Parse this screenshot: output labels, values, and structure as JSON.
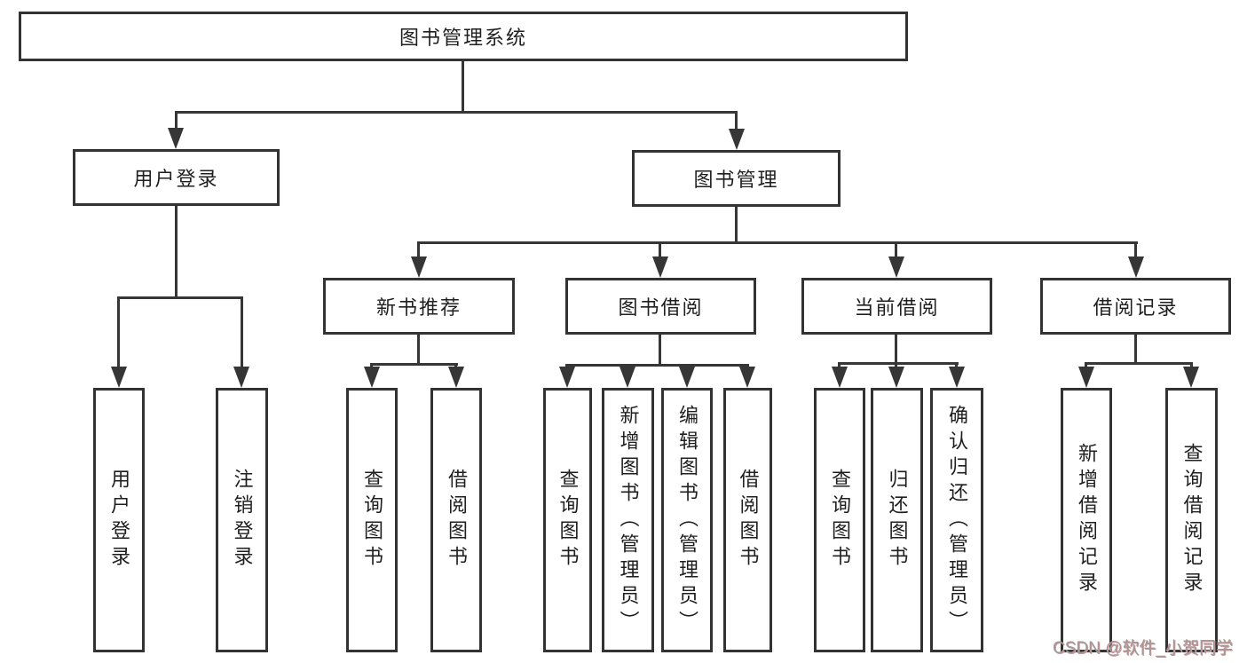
{
  "title": "图书管理系统",
  "tree": {
    "root": {
      "label": "图书管理系统",
      "children": [
        {
          "label": "用户登录",
          "children": [
            {
              "label": "用户登录"
            },
            {
              "label": "注销登录"
            }
          ]
        },
        {
          "label": "图书管理",
          "children": [
            {
              "label": "新书推荐",
              "children": [
                {
                  "label": "查询图书"
                },
                {
                  "label": "借阅图书"
                }
              ]
            },
            {
              "label": "图书借阅",
              "children": [
                {
                  "label": "查询图书"
                },
                {
                  "label": "新增图书（管理员）"
                },
                {
                  "label": "编辑图书（管理员）"
                },
                {
                  "label": "借阅图书"
                }
              ]
            },
            {
              "label": "当前借阅",
              "children": [
                {
                  "label": "查询图书"
                },
                {
                  "label": "归还图书"
                },
                {
                  "label": "确认归还（管理员）"
                }
              ]
            },
            {
              "label": "借阅记录",
              "children": [
                {
                  "label": "新增借阅记录"
                },
                {
                  "label": "查询借阅记录"
                }
              ]
            }
          ]
        }
      ]
    }
  },
  "watermark": {
    "text": "CSDN @软件_小贺同学"
  },
  "colors": {
    "line": "#363636",
    "box_border": "#333333",
    "text": "#1f1f1f",
    "background": "#ffffff",
    "watermark_text": "#9b9b9b",
    "watermark_shadow": "#d98f8f"
  }
}
